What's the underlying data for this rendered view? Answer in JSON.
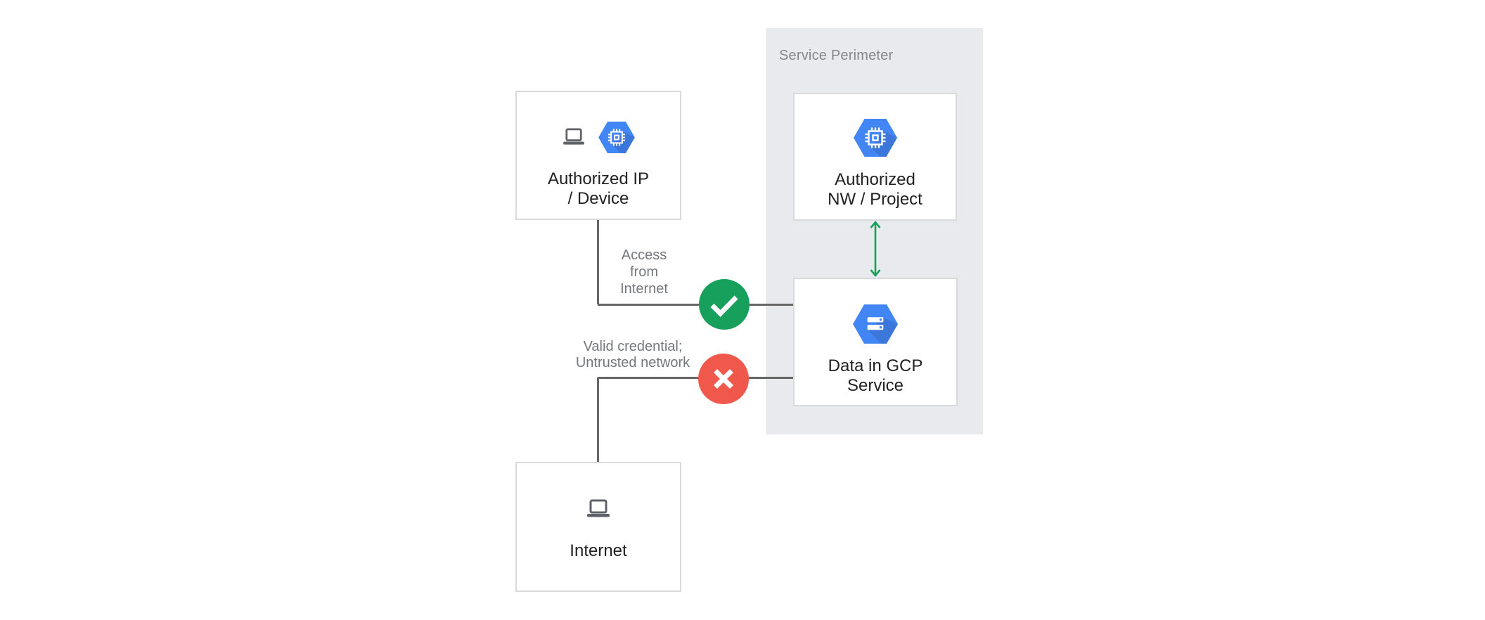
{
  "perimeter": {
    "label": "Service Perimeter"
  },
  "nodes": {
    "authorized_ip": {
      "line1": "Authorized IP",
      "line2": "/ Device"
    },
    "authorized_nw": {
      "line1": "Authorized",
      "line2": "NW / Project"
    },
    "data_gcp": {
      "line1": "Data in GCP",
      "line2": "Service"
    },
    "internet": {
      "label": "Internet"
    }
  },
  "annotations": {
    "access_from_internet": {
      "line1": "Access",
      "line2": "from",
      "line3": "Internet"
    },
    "valid_credential": {
      "line1": "Valid credential;",
      "line2": "Untrusted network"
    }
  },
  "icons": {
    "laptop": "laptop-icon",
    "compute_hexagon": "compute-engine-hexagon-icon",
    "service_hexagon": "gcp-service-hexagon-icon",
    "allowed": "check-icon",
    "denied": "cross-icon",
    "link": "bidirectional-arrow-icon"
  },
  "colors": {
    "panel_bg": "#E8EAEE",
    "box_border": "#D8DADC",
    "box_bg": "#FFFFFF",
    "label_text": "#212121",
    "annotation_text": "#74777A",
    "perimeter_text": "#85878A",
    "connector": "#666666",
    "green": "#17A05C",
    "red": "#F0584B",
    "hex_blue": "#4285F4",
    "icon_grey": "#5F6368"
  }
}
